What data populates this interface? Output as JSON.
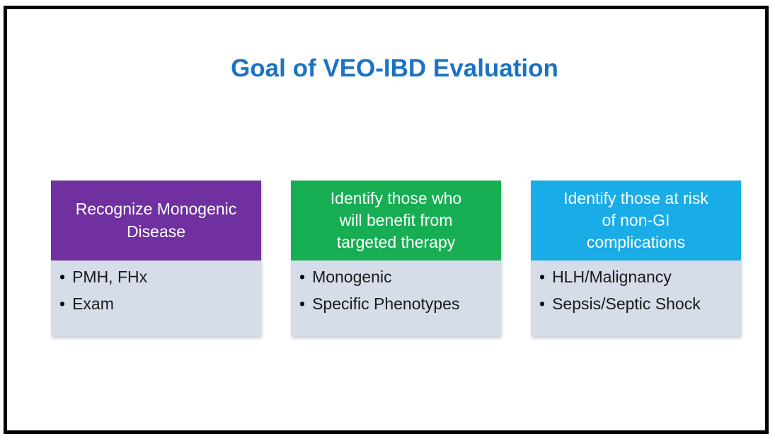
{
  "slide": {
    "title": "Goal of VEO-IBD Evaluation",
    "bullet_glyph": "•",
    "colors": {
      "title_text": "#1B73C3",
      "body_bg": "#D6DCE8",
      "bullet_text": "#1A1A1A",
      "frame_border": "#000000",
      "header_text": "#FFFFFF"
    },
    "columns": [
      {
        "header": "Recognize Monogenic\nDisease",
        "header_color": "#7030A0",
        "bullets": [
          "PMH, FHx",
          "Exam"
        ]
      },
      {
        "header": "Identify those who\nwill benefit from\ntargeted therapy",
        "header_color": "#17AE53",
        "bullets": [
          "Monogenic",
          "Specific Phenotypes"
        ]
      },
      {
        "header": "Identify those at risk\nof non-GI\ncomplications",
        "header_color": "#1AACE6",
        "bullets": [
          "HLH/Malignancy",
          "Sepsis/Septic Shock"
        ]
      }
    ]
  }
}
